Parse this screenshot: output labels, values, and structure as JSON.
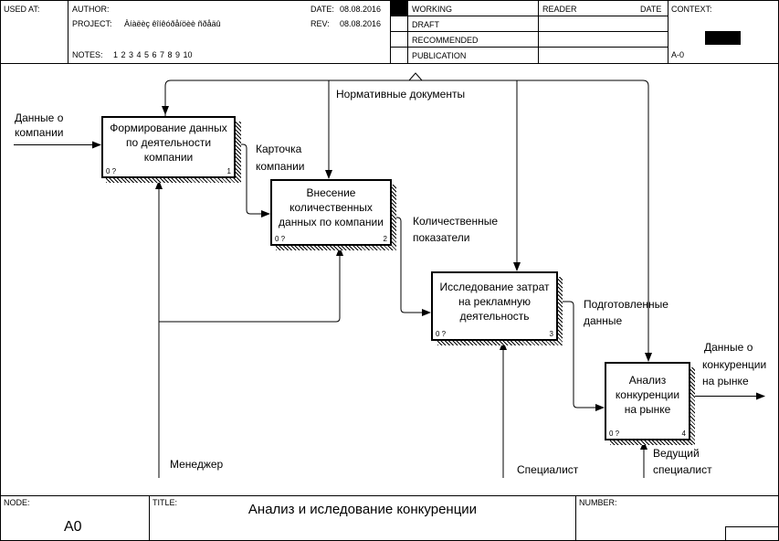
{
  "header": {
    "used_at": "USED AT:",
    "author": "AUTHOR:",
    "project_label": "PROJECT:",
    "project_value": "Àíàëèç êîíêóðåíöèè ñðåäû",
    "notes_label": "NOTES:",
    "notes_numbers": "1  2  3  4  5  6  7  8  9  10",
    "date_label": "DATE:",
    "date_value": "08.08.2016",
    "rev_label": "REV:",
    "rev_value": "08.08.2016",
    "status": [
      "WORKING",
      "DRAFT",
      "RECOMMENDED",
      "PUBLICATION"
    ],
    "reader": "READER",
    "reader_date": "DATE",
    "context": "CONTEXT:",
    "context_node": "A-0"
  },
  "boxes": [
    {
      "text": [
        "Формирование данных",
        "по деятельности",
        "компании"
      ],
      "cost": "0 ?",
      "num": "1"
    },
    {
      "text": [
        "Внесение",
        "количественных",
        "данных по компании"
      ],
      "cost": "0 ?",
      "num": "2"
    },
    {
      "text": [
        "Исследование затрат",
        "на рекламную",
        "деятельность"
      ],
      "cost": "0 ?",
      "num": "3"
    },
    {
      "text": [
        "Анализ",
        "конкуренции",
        "на рынке"
      ],
      "cost": "0 ?",
      "num": "4"
    }
  ],
  "arrows": {
    "input": [
      "Данные о",
      "компании"
    ],
    "control": "Нормативные документы",
    "card": [
      "Карточка",
      "компании"
    ],
    "quant": [
      "Количественные",
      "показатели"
    ],
    "prepared": [
      "Подготовленные",
      "данные"
    ],
    "output": [
      "Данные о",
      "конкуренции",
      "на рынке"
    ],
    "manager": "Менеджер",
    "specialist": "Специалист",
    "lead": [
      "Ведущий",
      "специалист"
    ]
  },
  "footer": {
    "node_label": "NODE:",
    "node_value": "A0",
    "title_label": "TITLE:",
    "title_value": "Анализ и иследование конкуренции",
    "number_label": "NUMBER:"
  }
}
